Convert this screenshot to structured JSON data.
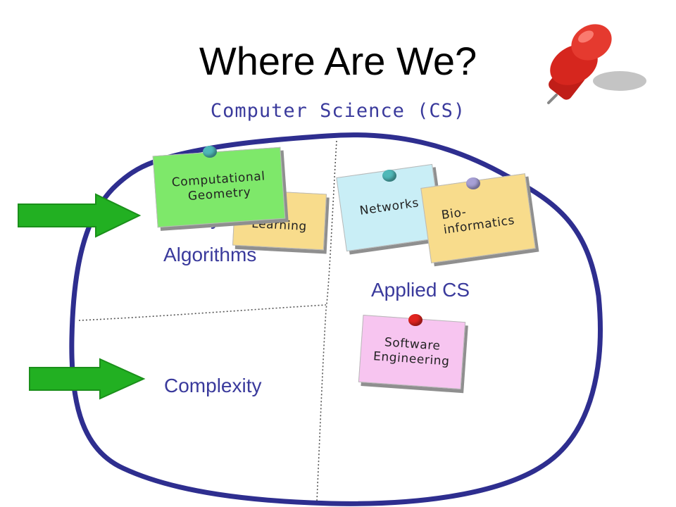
{
  "slide": {
    "title": "Where Are We?",
    "subtitle": "Computer Science (CS)"
  },
  "regions": {
    "theory_label": "Theory",
    "algorithms_label": "Algorithms",
    "applied_label": "Applied CS",
    "complexity_label": "Complexity"
  },
  "notes": {
    "learning": "Learning",
    "computational_geometry": "Computational\nGeometry",
    "networks": "Networks",
    "bioinformatics": "Bio-\ninformatics",
    "software_engineering": "Software\nEngineering"
  },
  "colors": {
    "blob_outline": "#2e2e8f",
    "label_text": "#3a3a9c",
    "arrow_green": "#22b022",
    "note_green": "#7ee86a",
    "note_yellow": "#f8dc8c",
    "note_cyan": "#c9eef6",
    "note_pink": "#f7c5f0",
    "pushpin_red": "#d6261e"
  },
  "icons": {
    "pushpin": "pushpin-icon",
    "arrow": "arrow-right-icon"
  }
}
